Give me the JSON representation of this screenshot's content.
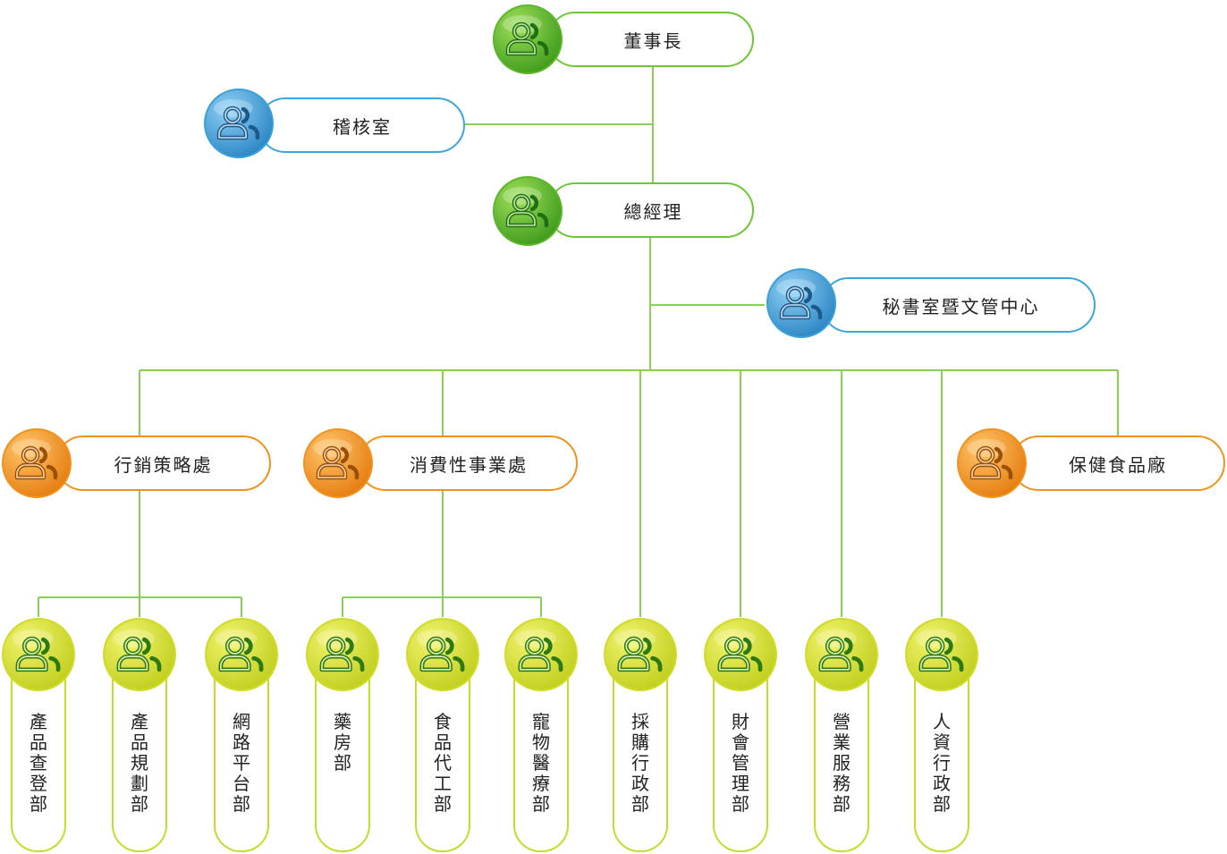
{
  "colors": {
    "green": "#6cc733",
    "blue": "#3aa6dc",
    "orange": "#f0931e",
    "yellow": "#d4e03a",
    "line": "#8ccf55"
  },
  "top": {
    "chairman": "董事長",
    "audit": "稽核室",
    "gm": "總經理",
    "secretariat": "秘書室暨文管中心"
  },
  "divisions": {
    "marketing": "行銷策略處",
    "consumer": "消費性事業處",
    "health_factory": "保健食品廠"
  },
  "departments": [
    {
      "label": "產品查登部"
    },
    {
      "label": "產品規劃部"
    },
    {
      "label": "網路平台部"
    },
    {
      "label": "藥房部"
    },
    {
      "label": "食品代工部"
    },
    {
      "label": "寵物醫療部"
    },
    {
      "label": "採購行政部"
    },
    {
      "label": "財會管理部"
    },
    {
      "label": "營業服務部"
    },
    {
      "label": "人資行政部"
    }
  ]
}
